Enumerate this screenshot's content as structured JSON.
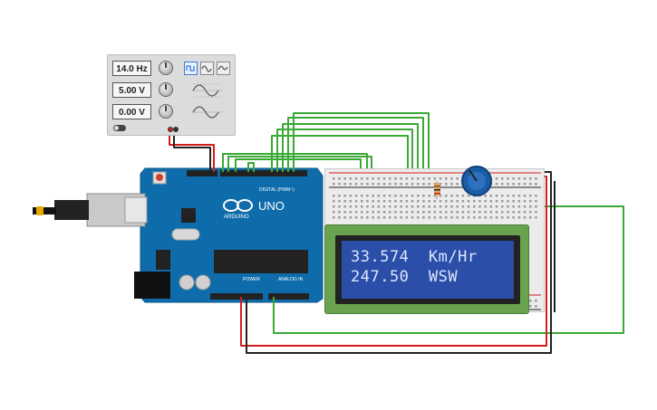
{
  "function_generator": {
    "frequency": "14.0 Hz",
    "amplitude": "5.00 V",
    "dc_offset": "0.00 V"
  },
  "arduino": {
    "logo": "ARDUINO",
    "model": "UNO",
    "digital_label": "DIGITAL (PWM~)",
    "power_label": "POWER",
    "analog_label": "ANALOG IN"
  },
  "lcd": {
    "line1": "33.574  Km/Hr",
    "line2": "247.50  WSW"
  },
  "colors": {
    "wire_green": "#3aa935",
    "wire_red": "#d41e1e",
    "wire_black": "#222222",
    "arduino_blue": "#0e6cab",
    "lcd_backlight": "#2b4fa8",
    "lcd_text": "#dce6ff",
    "lcd_pcb": "#6aa34f",
    "potentiometer": "#1a5da6"
  }
}
